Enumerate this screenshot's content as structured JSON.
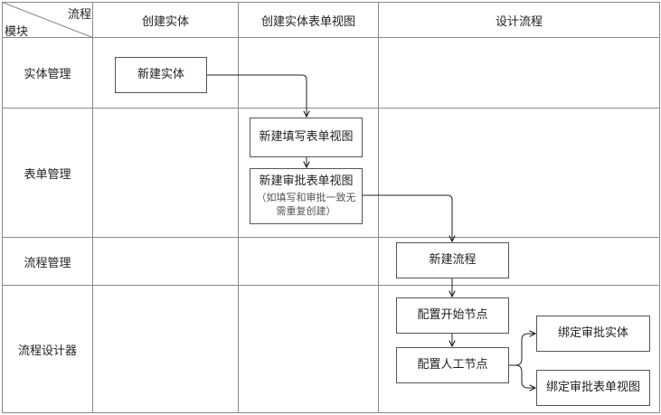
{
  "corner": {
    "top_label": "流程",
    "bottom_label": "模块"
  },
  "columns": [
    "创建实体",
    "创建实体表单视图",
    "设计流程"
  ],
  "rows": [
    "实体管理",
    "表单管理",
    "流程管理",
    "流程设计器"
  ],
  "nodes": {
    "new_entity": "新建实体",
    "new_fill_form": "新建填写表单视图",
    "new_approval_form": "新建审批表单视图",
    "new_approval_form_note_1": "（如填写和审批一致无",
    "new_approval_form_note_2": "需重复创建）",
    "new_flow": "新建流程",
    "config_start": "配置开始节点",
    "config_manual": "配置人工节点",
    "bind_entity": "绑定审批实体",
    "bind_form": "绑定审批表单视图"
  }
}
